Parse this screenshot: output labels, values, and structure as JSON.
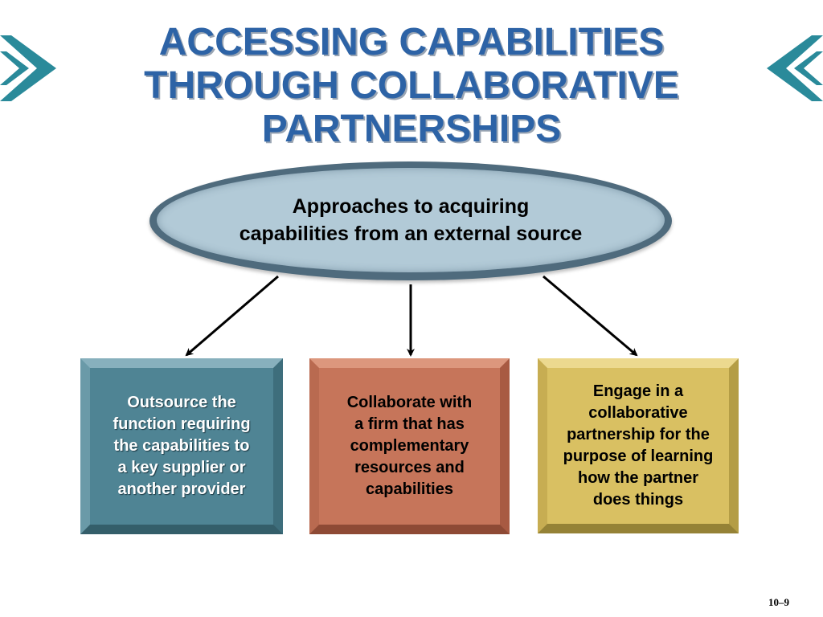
{
  "slide": {
    "title": "ACCESSING CAPABILITIES\nTHROUGH COLLABORATIVE\nPARTNERSHIPS",
    "colors": {
      "title": "#2d63a6",
      "ellipse": "#b2cad7",
      "box_outsource": "#4f8494",
      "box_collaborate": "#c6755a",
      "box_partnership": "#d9c062",
      "chevron": "#2a8a9a"
    },
    "decorations": [
      "double-chevron-right-icon",
      "double-chevron-left-icon"
    ]
  },
  "diagram": {
    "root": "Approaches to acquiring\ncapabilities from an external source",
    "children": [
      "Outsource the\nfunction requiring\nthe capabilities to\na key supplier or\nanother provider",
      "Collaborate with\na firm that has\ncomplementary\nresources and\ncapabilities",
      "Engage in a\ncollaborative\npartnership for the\npurpose of learning\nhow the partner\ndoes things"
    ]
  },
  "footer": {
    "page_number": "10–9"
  }
}
